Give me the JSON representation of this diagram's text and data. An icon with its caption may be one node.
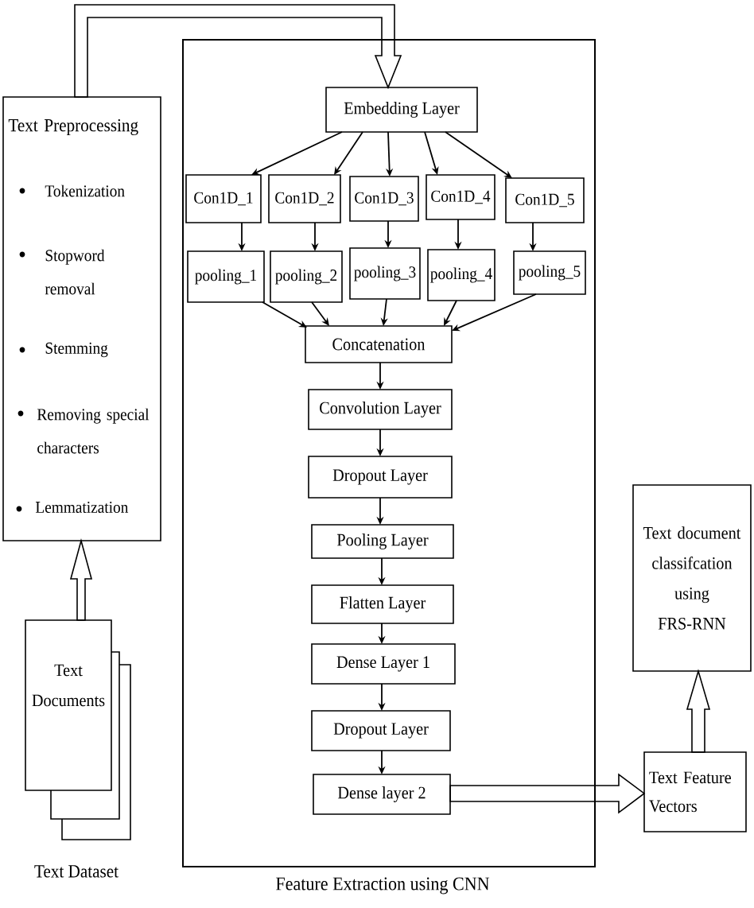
{
  "diagram": {
    "nodes": [
      {
        "text": [
          "Text Preprocessing",
          "Tokenization",
          "Stopword removal",
          "Stemming",
          "Removing special characters",
          "Lemmatization"
        ]
      },
      {
        "text": [
          "Text Documents"
        ],
        "beside": [
          "Text Dataset"
        ]
      },
      {
        "text": [
          "Feature Extraction using CNN"
        ]
      },
      {
        "text": [
          "Embedding Layer"
        ],
        "in": 2
      },
      {
        "text": [
          "Con1D_1"
        ],
        "in": 2
      },
      {
        "text": [
          "Con1D_2"
        ],
        "in": 2
      },
      {
        "text": [
          "Con1D_3"
        ],
        "in": 2
      },
      {
        "text": [
          "Con1D_4"
        ],
        "in": 2
      },
      {
        "text": [
          "Con1D_5"
        ],
        "in": 2
      },
      {
        "text": [
          "pooling_1"
        ],
        "in": 2
      },
      {
        "text": [
          "pooling_2"
        ],
        "in": 2
      },
      {
        "text": [
          "pooling_3"
        ],
        "in": 2
      },
      {
        "text": [
          "pooling_4"
        ],
        "in": 2
      },
      {
        "text": [
          "pooling_5"
        ],
        "in": 2
      },
      {
        "text": [
          "Concatenation"
        ],
        "in": 2
      },
      {
        "text": [
          "Convolution Layer"
        ],
        "in": 2
      },
      {
        "text": [
          "Dropout Layer"
        ],
        "in": 2
      },
      {
        "text": [
          "Pooling Layer"
        ],
        "in": 2
      },
      {
        "text": [
          "Flatten Layer"
        ],
        "in": 2
      },
      {
        "text": [
          "Dense Layer 1"
        ],
        "in": 2
      },
      {
        "text": [
          "Dropout Layer"
        ],
        "in": 2
      },
      {
        "text": [
          "Dense layer 2"
        ],
        "in": 2
      },
      {
        "text": [
          "Text Feature Vectors"
        ]
      },
      {
        "text": [
          "Text document classifcation using FRS-RNN"
        ]
      }
    ],
    "edges": [
      {
        "from": 1,
        "to": 0,
        "arrow": "to",
        "style": "thick"
      },
      {
        "from": 0,
        "to": 3,
        "arrow": "to",
        "style": "thick"
      },
      {
        "from": 3,
        "to": 4,
        "arrow": "to"
      },
      {
        "from": 3,
        "to": 5,
        "arrow": "to"
      },
      {
        "from": 3,
        "to": 6,
        "arrow": "to"
      },
      {
        "from": 3,
        "to": 7,
        "arrow": "to"
      },
      {
        "from": 3,
        "to": 8,
        "arrow": "to"
      },
      {
        "from": 4,
        "to": 9,
        "arrow": "to"
      },
      {
        "from": 5,
        "to": 10,
        "arrow": "to"
      },
      {
        "from": 6,
        "to": 11,
        "arrow": "to"
      },
      {
        "from": 7,
        "to": 12,
        "arrow": "to"
      },
      {
        "from": 8,
        "to": 13,
        "arrow": "to"
      },
      {
        "from": 9,
        "to": 14,
        "arrow": "to"
      },
      {
        "from": 10,
        "to": 14,
        "arrow": "to"
      },
      {
        "from": 11,
        "to": 14,
        "arrow": "to"
      },
      {
        "from": 12,
        "to": 14,
        "arrow": "to"
      },
      {
        "from": 13,
        "to": 14,
        "arrow": "to"
      },
      {
        "from": 14,
        "to": 15,
        "arrow": "to"
      },
      {
        "from": 15,
        "to": 16,
        "arrow": "to"
      },
      {
        "from": 16,
        "to": 17,
        "arrow": "to"
      },
      {
        "from": 17,
        "to": 18,
        "arrow": "to"
      },
      {
        "from": 18,
        "to": 19,
        "arrow": "to"
      },
      {
        "from": 19,
        "to": 20,
        "arrow": "to"
      },
      {
        "from": 20,
        "to": 21,
        "arrow": "to"
      },
      {
        "from": 21,
        "to": 22,
        "arrow": "to",
        "style": "thick"
      },
      {
        "from": 22,
        "to": 23,
        "arrow": "to",
        "style": "thick"
      }
    ]
  }
}
